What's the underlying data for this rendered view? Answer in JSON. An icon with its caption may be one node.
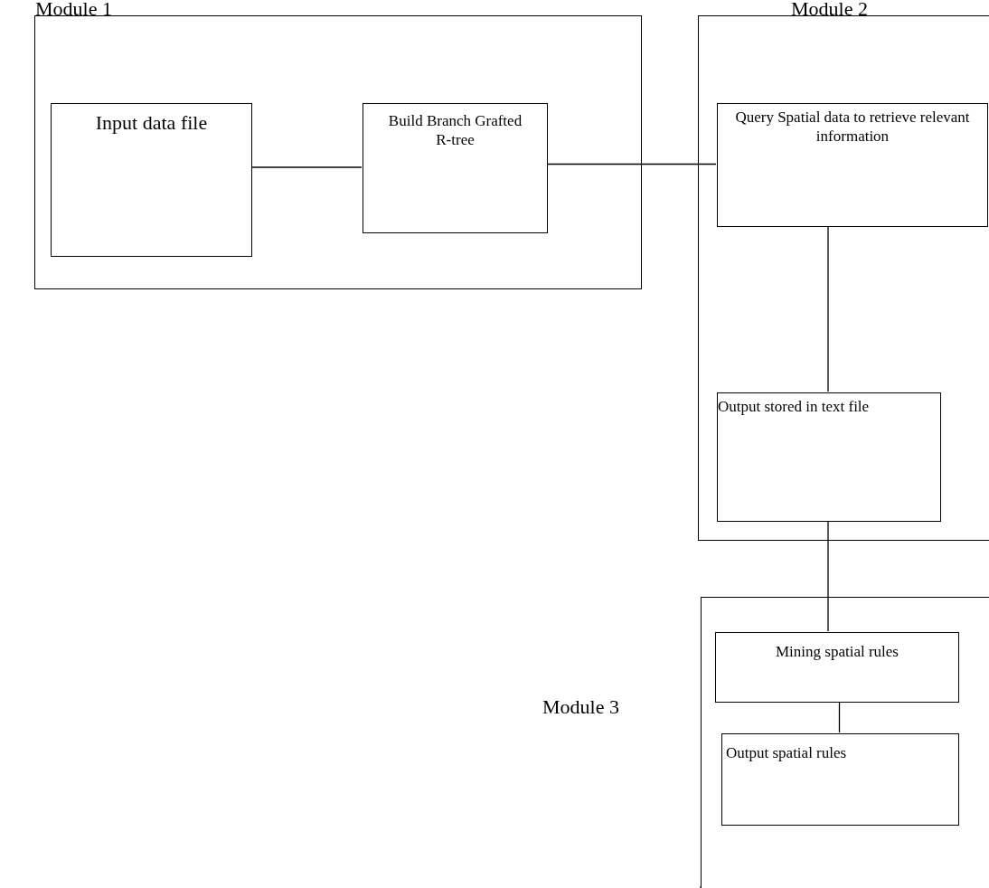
{
  "diagram": {
    "nodes": [
      {
        "text": [
          "Module 1"
        ]
      },
      {
        "text": [
          "Input data file"
        ],
        "in": 0
      },
      {
        "text": [
          "Build Branch Grafted R-tree"
        ],
        "in": 0
      },
      {
        "text": [
          "Module 2"
        ]
      },
      {
        "text": [
          "Query Spatial data to retrieve relevant information"
        ],
        "in": 3
      },
      {
        "text": [
          "Output stored in text file"
        ],
        "in": 3
      },
      {
        "text": [
          "Module 3"
        ]
      },
      {
        "text": [
          "Mining spatial rules"
        ],
        "in": 6
      },
      {
        "text": [
          "Output spatial rules"
        ],
        "in": 6
      }
    ],
    "edges": [
      {
        "from": 1,
        "to": 2,
        "arrow": "none"
      },
      {
        "from": 2,
        "to": 4,
        "arrow": "none"
      },
      {
        "from": 4,
        "to": 5,
        "arrow": "none"
      },
      {
        "from": 5,
        "to": 7,
        "arrow": "none"
      },
      {
        "from": 7,
        "to": 8,
        "arrow": "none"
      }
    ]
  }
}
